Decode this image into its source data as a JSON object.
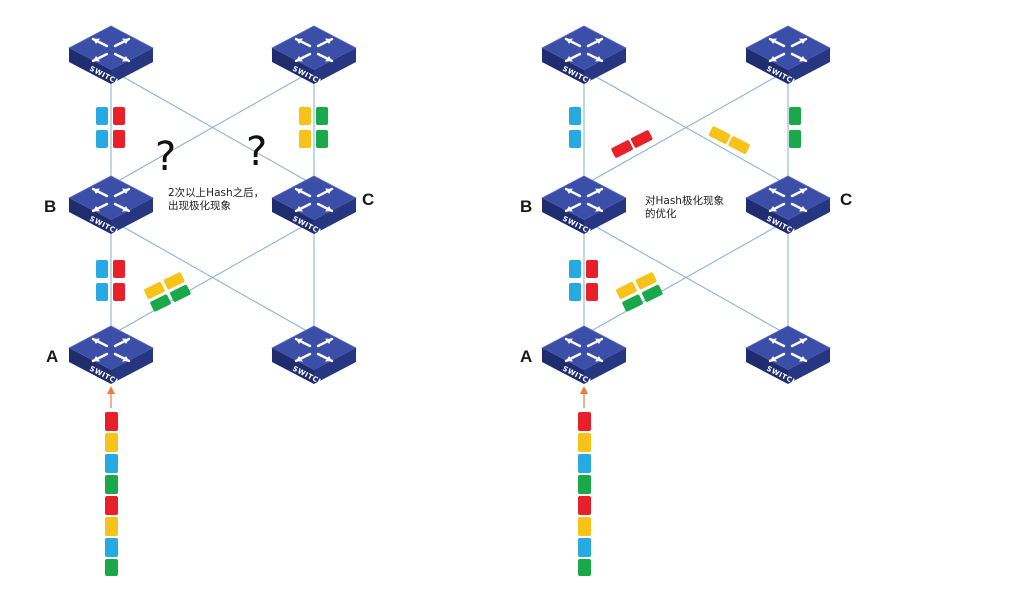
{
  "colors": {
    "red": "#e8202a",
    "yellow": "#f7c318",
    "blue": "#27a9e1",
    "green": "#19a84a",
    "switch_top": "#3c4fa8",
    "switch_side": "#273680",
    "switch_front": "#1f2c6e",
    "link": "#8ab6d6",
    "arrow": "#f07b3a"
  },
  "icons": {
    "switch": "network-switch-icon",
    "arrow": "up-arrow-icon"
  },
  "panels": [
    {
      "id": "left",
      "switch_label": "SWITCH",
      "node_labels": {
        "A": "A",
        "B": "B",
        "C": "C"
      },
      "note_lines": [
        "2次以上Hash之后，",
        "出现极化现象"
      ],
      "question_marks": [
        "?",
        "?"
      ],
      "stream": [
        "red",
        "yellow",
        "blue",
        "green",
        "red",
        "yellow",
        "blue",
        "green"
      ],
      "groups": {
        "top_left": [
          "blue",
          "red",
          "blue",
          "red"
        ],
        "top_right": [
          "yellow",
          "green",
          "yellow",
          "green"
        ],
        "mid_left": [
          "blue",
          "red",
          "blue",
          "red"
        ],
        "mid_diag": [
          "yellow",
          "yellow",
          "green",
          "green"
        ]
      }
    },
    {
      "id": "right",
      "switch_label": "SWITCH",
      "node_labels": {
        "A": "A",
        "B": "B",
        "C": "C"
      },
      "note_lines": [
        "对Hash极化现象",
        "的优化"
      ],
      "stream": [
        "red",
        "yellow",
        "blue",
        "green",
        "red",
        "yellow",
        "blue",
        "green"
      ],
      "groups": {
        "top_left": [
          "blue",
          "blue"
        ],
        "top_diag1": [
          "red",
          "red"
        ],
        "top_diag2": [
          "yellow",
          "yellow"
        ],
        "top_right": [
          "green",
          "green"
        ],
        "mid_left": [
          "blue",
          "red",
          "blue",
          "red"
        ],
        "mid_diag": [
          "yellow",
          "yellow",
          "green",
          "green"
        ]
      }
    }
  ]
}
